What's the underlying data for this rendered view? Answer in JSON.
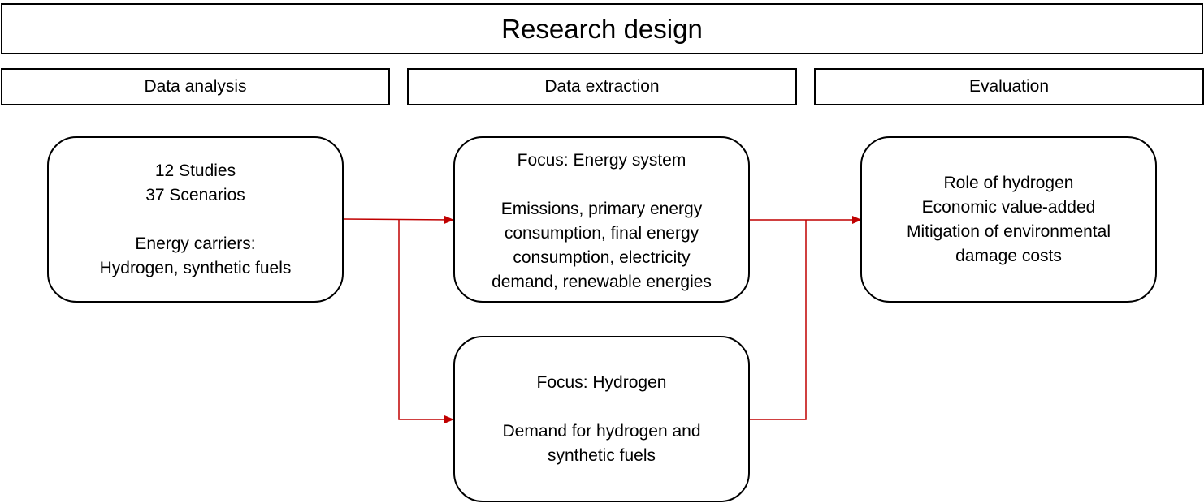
{
  "title": "Research design",
  "headers": {
    "data_analysis": "Data analysis",
    "data_extraction": "Data extraction",
    "evaluation": "Evaluation"
  },
  "nodes": {
    "studies": {
      "line1": "12 Studies",
      "line2": "37 Scenarios",
      "line3": "Energy carriers:",
      "line4": "Hydrogen, synthetic fuels"
    },
    "energy_system": {
      "heading": "Focus: Energy system",
      "line1": "Emissions, primary energy",
      "line2": "consumption, final energy",
      "line3": "consumption, electricity",
      "line4": "demand, renewable energies"
    },
    "hydrogen": {
      "heading": "Focus: Hydrogen",
      "line1": "Demand for hydrogen and",
      "line2": "synthetic fuels"
    },
    "evaluation": {
      "line1": "Role of hydrogen",
      "line2": "Economic value-added",
      "line3": "Mitigation of environmental",
      "line4": "damage costs"
    }
  },
  "colors": {
    "connector": "#c00000",
    "border": "#000000",
    "background": "#ffffff"
  }
}
